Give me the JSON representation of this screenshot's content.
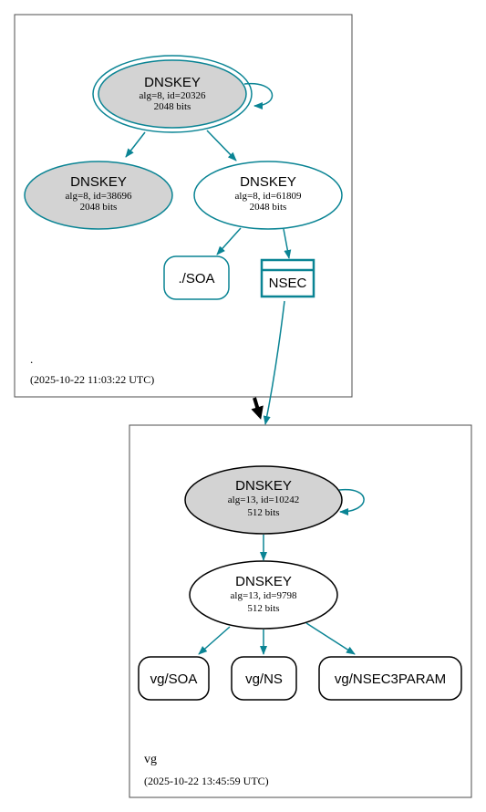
{
  "colors": {
    "edge": "#0a8494",
    "key_fill_grey": "#d3d3d3",
    "stroke_black": "#000000",
    "background": "#ffffff"
  },
  "zones": [
    {
      "name": ".",
      "timestamp": "(2025-10-22 11:03:22 UTC)"
    },
    {
      "name": "vg",
      "timestamp": "(2025-10-22 13:45:59 UTC)"
    }
  ],
  "nodes": {
    "root_ksk": {
      "title": "DNSKEY",
      "detail": "alg=8, id=20326",
      "size": "2048 bits"
    },
    "root_ksk2": {
      "title": "DNSKEY",
      "detail": "alg=8, id=38696",
      "size": "2048 bits"
    },
    "root_zsk": {
      "title": "DNSKEY",
      "detail": "alg=8, id=61809",
      "size": "2048 bits"
    },
    "root_soa": {
      "label": "./SOA"
    },
    "root_nsec": {
      "label": "NSEC"
    },
    "vg_ksk": {
      "title": "DNSKEY",
      "detail": "alg=13, id=10242",
      "size": "512 bits"
    },
    "vg_zsk": {
      "title": "DNSKEY",
      "detail": "alg=13, id=9798",
      "size": "512 bits"
    },
    "vg_soa": {
      "label": "vg/SOA"
    },
    "vg_ns": {
      "label": "vg/NS"
    },
    "vg_nsec3param": {
      "label": "vg/NSEC3PARAM"
    }
  }
}
